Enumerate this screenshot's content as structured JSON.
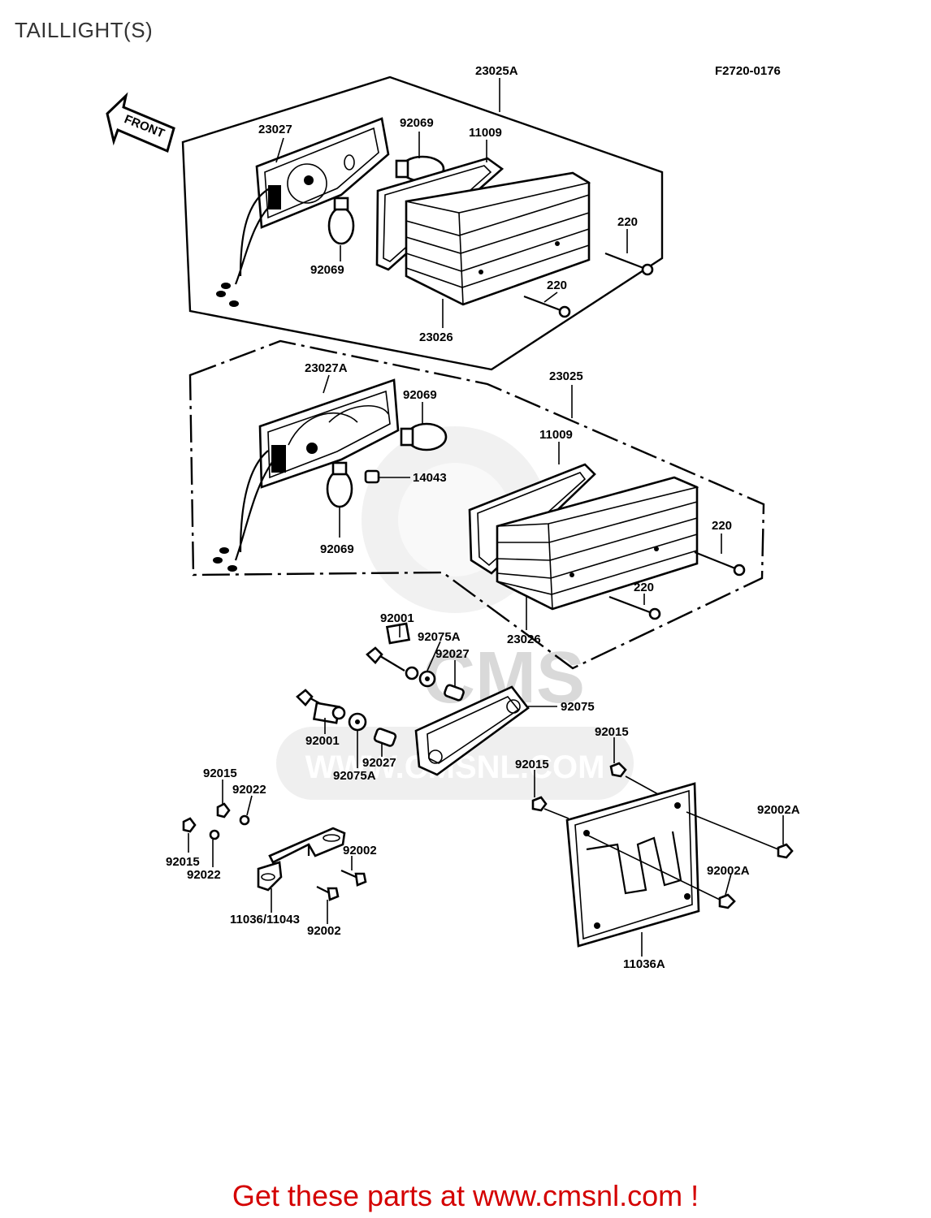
{
  "page": {
    "title": "TAILLIGHT(S)",
    "figure_code": "F2720-0176",
    "promo": "Get these parts at www.cmsnl.com !"
  },
  "watermark": {
    "text": "CMS",
    "url": "WWW.CMSNL.COM",
    "color": "#d9d9d9"
  },
  "direction_arrow": {
    "label": "FRONT",
    "icon": "front-arrow-icon"
  },
  "callouts": {
    "top_assembly": "23025A",
    "top_lens_housing": "23027",
    "top_bulb_upper": "92069",
    "top_gasket": "11009",
    "top_bulb_lower": "92069",
    "top_screw_upper": "220",
    "top_screw_lower": "220",
    "top_lens": "23026",
    "mid_assembly": "23025",
    "mid_lens_housing": "23027A",
    "mid_bulb_upper": "92069",
    "mid_gasket": "11009",
    "mid_grommet": "14043",
    "mid_bulb_lower": "92069",
    "mid_screw_upper": "220",
    "mid_screw_lower": "220",
    "mid_lens": "23026",
    "bolt_upper": "92001",
    "washer_upper": "92075A",
    "collar_upper": "92027",
    "plate_gasket": "92075",
    "bolt_lower": "92001",
    "collar_lower": "92027",
    "washer_lower": "92075A",
    "nut_plate_upper": "92015",
    "nut_plate_lower": "92015",
    "nut_left_upper": "92015",
    "washer_left_upper": "92022",
    "nut_left_lower": "92015",
    "washer_left_lower": "92022",
    "bolt_bracket_upper": "92002",
    "bracket": "11036/11043",
    "bolt_bracket_lower": "92002",
    "bolt_plate_upper": "92002A",
    "bolt_plate_lower": "92002A",
    "license_plate_holder": "11036A"
  }
}
